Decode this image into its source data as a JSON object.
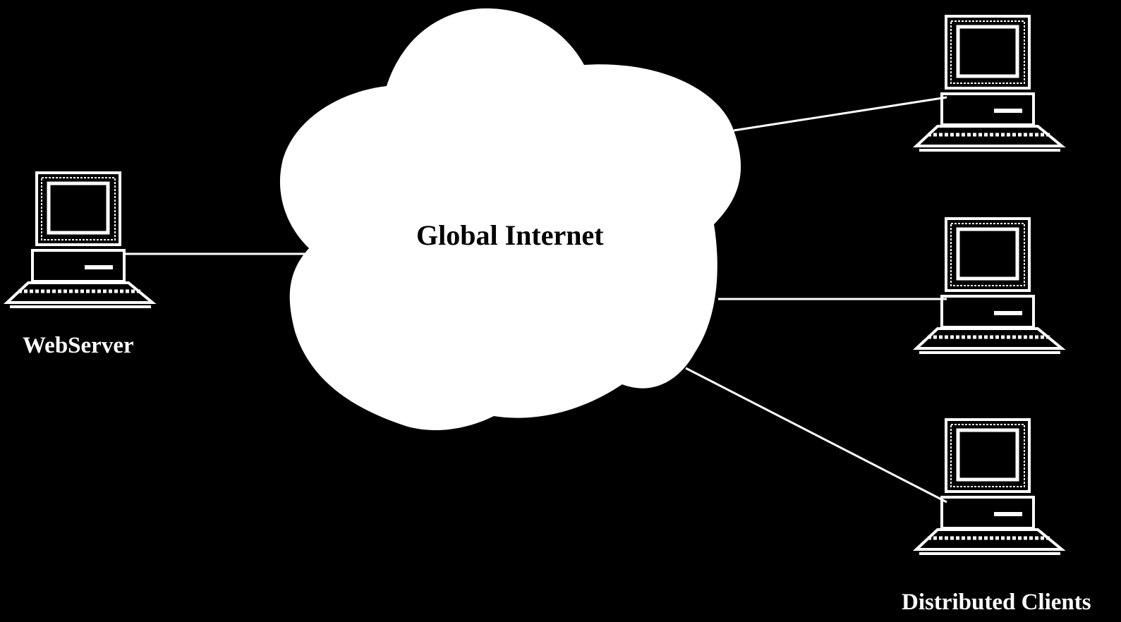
{
  "cloud": {
    "label": "Global Internet"
  },
  "server": {
    "label": "WebServer"
  },
  "clients": {
    "label": "Distributed Clients",
    "count": 3
  },
  "colors": {
    "background": "#000000",
    "foreground": "#ffffff",
    "cloud_text": "#000000"
  },
  "icons": {
    "computer": "desktop-computer-icon",
    "cloud": "cloud-icon"
  }
}
